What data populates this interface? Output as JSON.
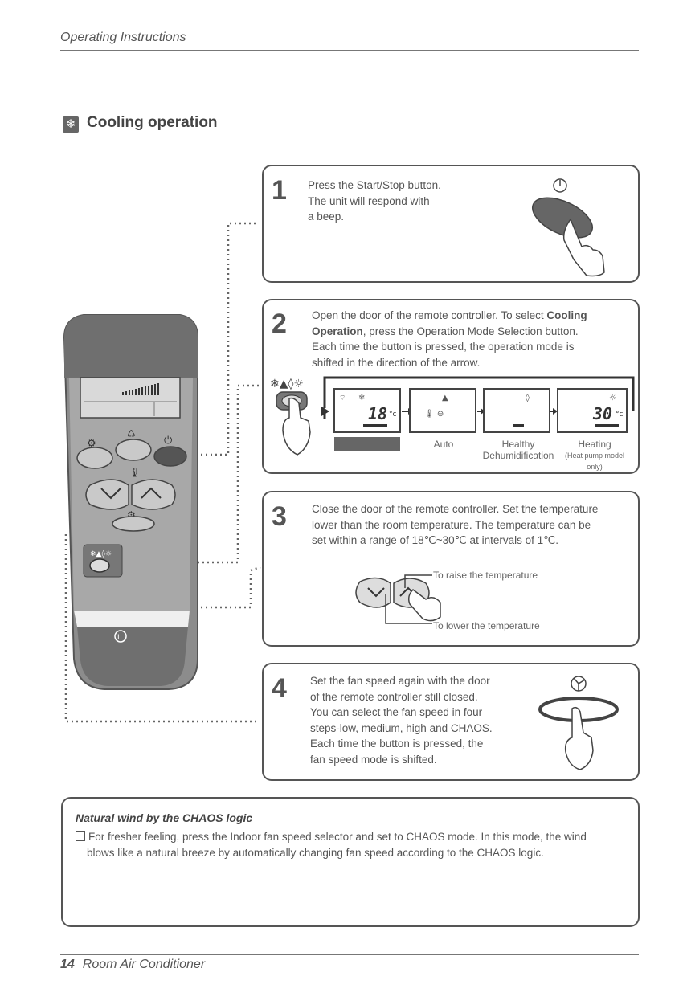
{
  "header": {
    "title": "Operating Instructions"
  },
  "section": {
    "title": "Cooling operation",
    "icon": "snowflake-icon"
  },
  "steps": [
    {
      "num": "1",
      "lines": [
        "Press the Start/Stop button.",
        "The unit will respond with",
        "a beep."
      ]
    },
    {
      "num": "2",
      "lines_a": [
        "Open the door of the remote controller. To select "
      ],
      "bold1": "Cooling",
      "bold2": "Operation",
      "rest1": ", press the Operation Mode Selection button.",
      "line3": "Each time the button is pressed, the operation mode is",
      "line4": "shifted in the direction of the arrow.",
      "lcd": [
        {
          "temp": "18",
          "unit": "°c",
          "label": ""
        },
        {
          "temp": "",
          "unit": "",
          "label": "Auto"
        },
        {
          "temp": "",
          "unit": "",
          "label": "Healthy",
          "label2": "Dehumidification"
        },
        {
          "temp": "30",
          "unit": "°c",
          "label": "Heating",
          "label2": "(Heat pump model only)"
        }
      ]
    },
    {
      "num": "3",
      "lines": [
        "Close the door of the remote controller. Set the temperature",
        "lower than the room temperature. The temperature can be",
        "set within a range of 18℃~30℃ at intervals of 1℃."
      ],
      "raise": "To raise the temperature",
      "lower": "To lower the temperature"
    },
    {
      "num": "4",
      "lines": [
        "Set the fan speed again with the door",
        "of the remote controller still closed.",
        "You can select the fan speed in four",
        "steps-low, medium, high and CHAOS.",
        "Each time the button is pressed, the",
        "fan speed mode is shifted."
      ]
    }
  ],
  "note": {
    "title": "Natural wind by the CHAOS logic",
    "line1": "For fresher feeling, press the Indoor fan speed selector and set to CHAOS mode. In this mode, the wind",
    "line2": "blows like a natural breeze by automatically changing fan speed according to the CHAOS logic."
  },
  "footer": {
    "page": "14",
    "title": "Room Air Conditioner"
  },
  "colors": {
    "remote_body": "#8a8a8a",
    "remote_top": "#6f6f6f",
    "box_border": "#555555",
    "mode_bar": "#666666"
  }
}
